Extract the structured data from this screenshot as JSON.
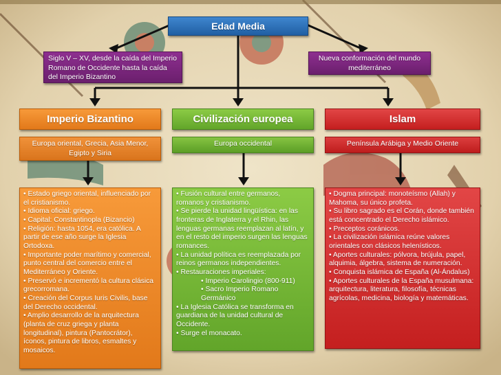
{
  "title": "Edad Media",
  "period_note": "Siglo V – XV, desde la caída del Imperio Romano de Occidente hasta la caída del Imperio Bizantino",
  "world_note": "Nueva conformación del mundo mediterráneo",
  "colors": {
    "title": "#2a6db6",
    "info": "#7e2780",
    "bizantino": "#ee8a2c",
    "europea": "#74b535",
    "islam": "#d42e2e",
    "connector": "#111111"
  },
  "columns": [
    {
      "name": "Imperio Bizantino",
      "region": "Europa oriental, Grecia, Asia Menor, Egipto y Siria",
      "items": [
        "• Estado griego oriental, influenciado por el cristianismo.",
        "• Idioma oficial: griego.",
        "• Capital: Constantinopla (Bizancio)",
        "• Religión: hasta 1054, era católica. A partir de ese año surge la Iglesia Ortodoxa.",
        "• Importante poder marítimo y comercial, punto central del comercio entre el Mediterráneo y Oriente.",
        "• Preservó e incrementó la cultura clásica grecorromana.",
        "• Creación del Corpus Iuris Civilis, base del Derecho occidental.",
        "• Amplio desarrollo de la arquitectura (planta de cruz griega y planta longitudinal), pintura (Pantocrátor), íconos, pintura de libros, esmaltes y mosaicos."
      ]
    },
    {
      "name": "Civilización europea",
      "region": "Europa occidental",
      "items": [
        "• Fusión cultural entre germanos, romanos y cristianismo.",
        "• Se pierde la unidad lingüística: en las fronteras de Inglaterra y el Rhin, las lenguas germanas reemplazan al latín, y en el resto del imperio surgen las lenguas romances.",
        "• La unidad política es reemplazada por reinos germanos independientes.",
        "• Restauraciones imperiales:"
      ],
      "subitems": [
        "• Imperio Carolingio (800-911)",
        "• Sacro Imperio Romano Germánico"
      ],
      "items_after": [
        "• La Iglesia Católica se transforma en guardiana de la unidad cultural de Occidente.",
        "• Surge el monacato."
      ]
    },
    {
      "name": "Islam",
      "region": "Península Arábiga y Medio Oriente",
      "items": [
        "• Dogma principal: monoteísmo (Allah) y Mahoma, su único profeta.",
        "• Su libro sagrado es el Corán, donde también está concentrado el Derecho islámico.",
        "• Preceptos coránicos.",
        "• La civilización islámica reúne valores orientales con clásicos helenísticos.",
        "• Aportes culturales: pólvora, brújula, papel, alquimia, álgebra, sistema de numeración.",
        "• Conquista islámica de España (Al-Ándalus)",
        "• Aportes culturales de la España musulmana: arquitectura, literatura, filosofía, técnicas agrícolas, medicina, biología y matemáticas."
      ]
    }
  ]
}
